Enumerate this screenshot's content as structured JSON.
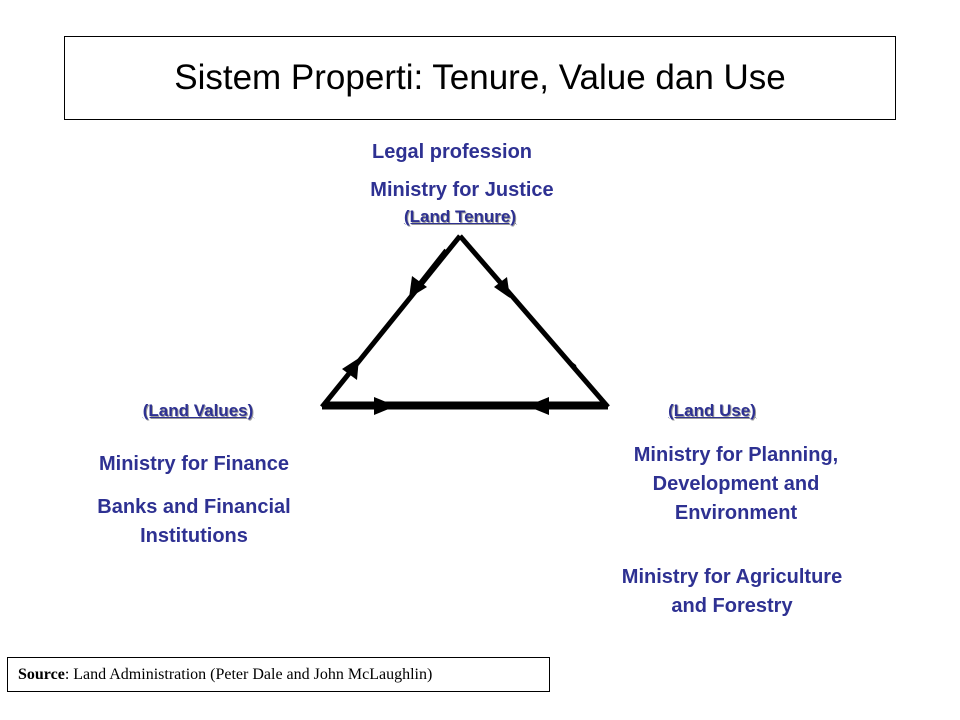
{
  "title": "Sistem Properti: Tenure, Value dan Use",
  "top": {
    "line1": "Legal profession",
    "line2": "Ministry for Justice",
    "sub": "(Land Tenure)"
  },
  "left": {
    "sub": "(Land Values)",
    "line1": "Ministry for Finance",
    "line2": "Banks and Financial Institutions"
  },
  "right": {
    "sub": "(Land Use)",
    "line1": "Ministry for Planning, Development and Environment",
    "line2": "Ministry for Agriculture and Forestry"
  },
  "source": {
    "label": "Source",
    "text": ": Land Administration (Peter Dale and John McLaughlin)"
  },
  "colors": {
    "text": "#2e3192",
    "lines": "#000000"
  }
}
